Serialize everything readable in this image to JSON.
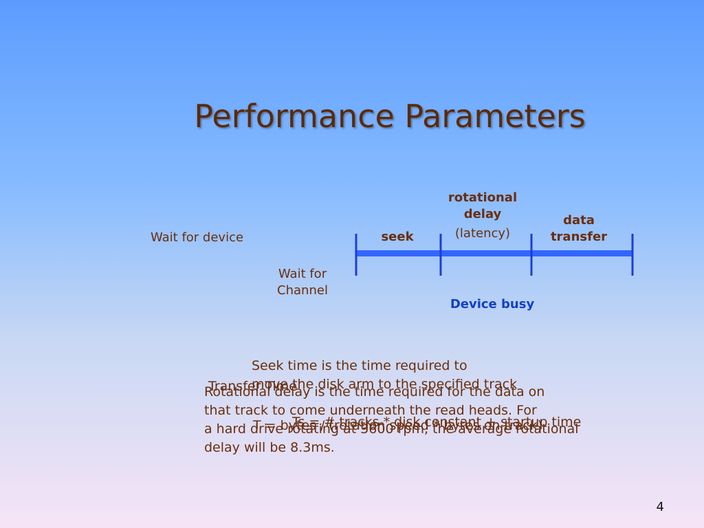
{
  "slide": {
    "title": "Performance Parameters",
    "page_number": "4"
  },
  "timeline": {
    "wait_device": "Wait for device",
    "wait_channel_line1": "Wait for",
    "wait_channel_line2": "Channel",
    "seek": "seek",
    "rotational_line1": "rotational",
    "rotational_line2": "delay",
    "latency": "(latency)",
    "data_transfer_line1": "data",
    "data_transfer_line2": "transfer",
    "device_busy": "Device busy",
    "colors": {
      "bar": "#3366ff",
      "tick": "#1a3fd6"
    }
  },
  "text_blocks": {
    "seek_line1": "Seek time is the time required to",
    "seek_line2": "move the disk arm to the specified track",
    "transfer_time": "Transfer Time",
    "rotational_line1": "Rotational delay is the time required for the data on",
    "rotational_line2": "that track to come underneath the read heads. For",
    "rotational_line3": "a hard drive rotating at 3600 rpm, the average rotational",
    "rotational_line4": "delay will be 8.3ms.",
    "formula_ts": "Ts = # tracks * disk constant + startup time",
    "formula_tt": "T = bytes / (rotation speed * bytes on track)"
  }
}
